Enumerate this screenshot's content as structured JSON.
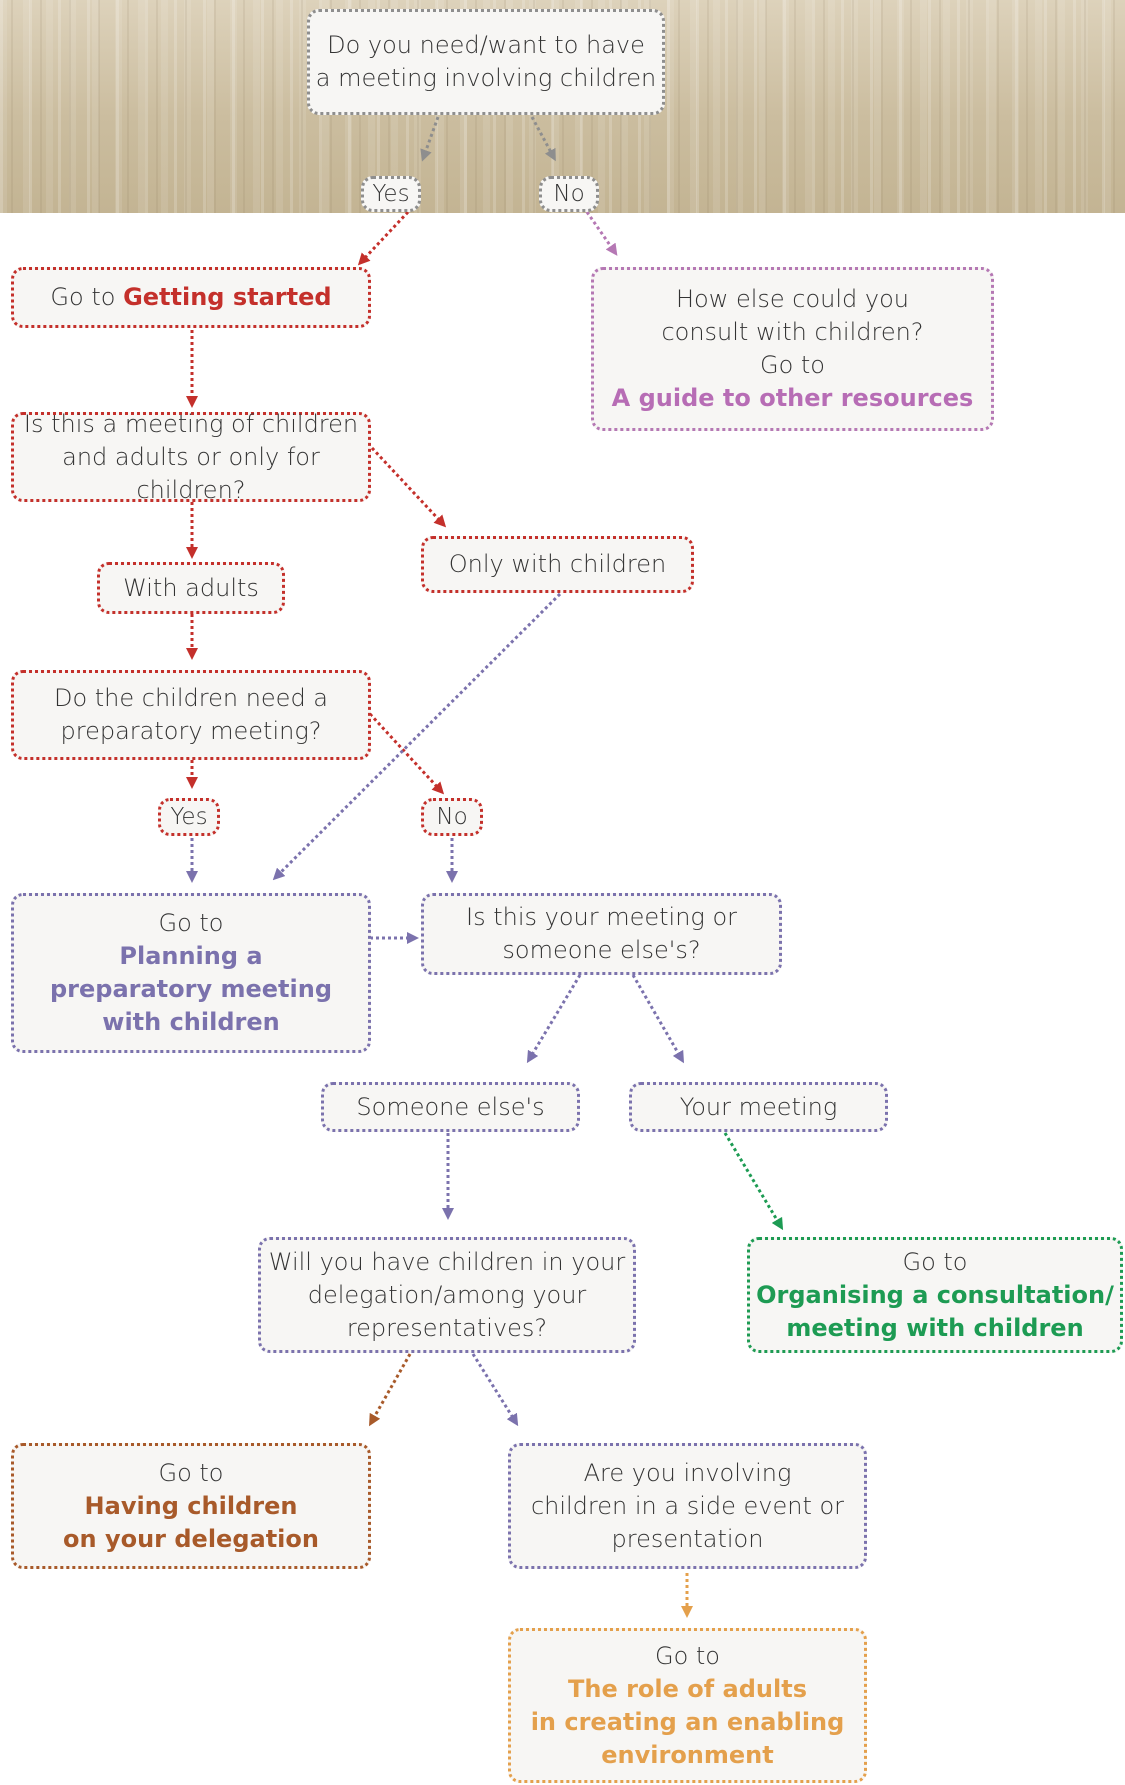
{
  "nodes": {
    "q_meeting": {
      "line1": "Do you need/want to have",
      "line2": "a meeting involving children"
    },
    "yes1": "Yes",
    "no1": "No",
    "getting_started": {
      "prefix": "Go to ",
      "link": "Getting started"
    },
    "other_resources": {
      "line1": "How else could you",
      "line2": "consult with children?",
      "line3": "Go to",
      "link": "A guide to other resources"
    },
    "q_mixed": {
      "line1": "Is this a meeting of children",
      "line2": "and adults or only for children?"
    },
    "only_children": "Only with children",
    "with_adults": "With adults",
    "q_prep": {
      "line1": "Do the children need a",
      "line2": "preparatory meeting?"
    },
    "yes2": "Yes",
    "no2": "No",
    "planning_prep": {
      "goto": "Go to",
      "link1": "Planning a",
      "link2": "preparatory meeting",
      "link3": "with children"
    },
    "q_whose": {
      "line1": "Is this your meeting or",
      "line2": "someone else's?"
    },
    "someone_else": "Someone else's",
    "your_meeting": "Your meeting",
    "q_delegation": {
      "line1": "Will you have children in your",
      "line2": "delegation/among your",
      "line3": "representatives?"
    },
    "organising": {
      "goto": "Go to",
      "link1": "Organising a consultation/",
      "link2": "meeting with children"
    },
    "having_children": {
      "goto": "Go to",
      "link1": "Having children",
      "link2": "on your delegation"
    },
    "q_side_event": {
      "line1": "Are you involving",
      "line2": "children in a side event or",
      "line3": "presentation"
    },
    "role_adults": {
      "goto": "Go to",
      "link1": "The role of adults",
      "link2": "in creating an enabling",
      "link3": "environment"
    }
  },
  "colors": {
    "red": "#c4302b",
    "purple": "#7b72ad",
    "pink": "#b578b4",
    "gray": "#8e8e8e",
    "green": "#1d9b53",
    "brown": "#a85a2a",
    "orange": "#e4a04c"
  }
}
